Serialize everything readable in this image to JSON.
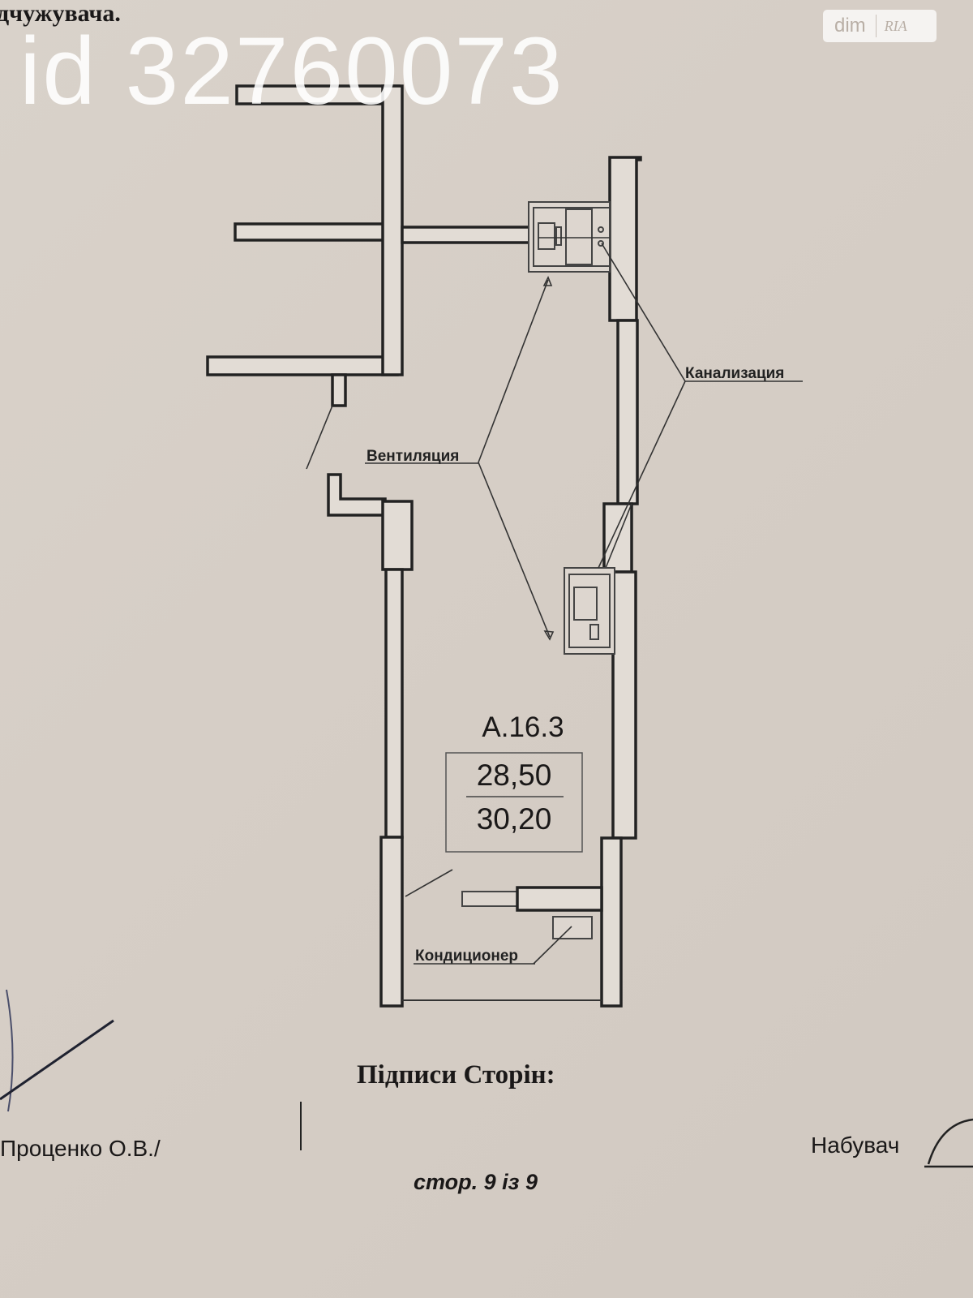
{
  "header": {
    "fragment": "дчужувача."
  },
  "watermark": {
    "listing_id": "id 32760073",
    "brand_left": "dim",
    "brand_right": "RIA"
  },
  "plan": {
    "apartment": "A.16.3",
    "area_living": "28,50",
    "area_total": "30,20",
    "labels": {
      "sewer": "Канализация",
      "ventilation": "Вентиляция",
      "air_conditioner": "Кондиционер"
    }
  },
  "footer": {
    "signatures_title": "Підписи Сторін:",
    "seller": "Проценко О.В./",
    "buyer": "Набувач",
    "page": "стор. 9 із 9"
  },
  "colors": {
    "paper": "#d7d0c8",
    "ink": "#1a1818"
  }
}
